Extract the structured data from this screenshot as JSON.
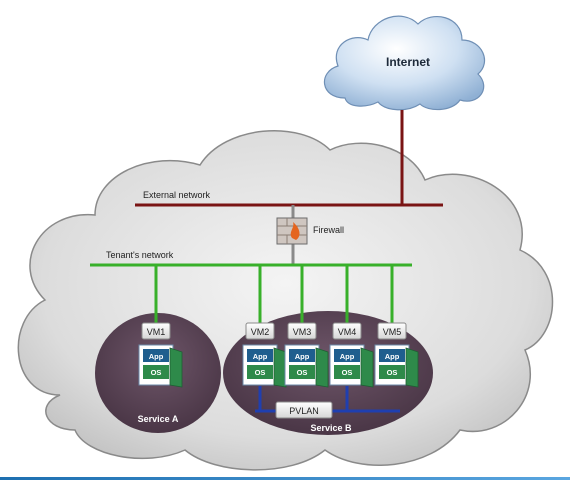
{
  "internet": {
    "label": "Internet"
  },
  "networks": {
    "external": "External network",
    "tenant": "Tenant's network",
    "pvlan": "PVLAN"
  },
  "firewall": {
    "label": "Firewall"
  },
  "vms": [
    "VM1",
    "VM2",
    "VM3",
    "VM4",
    "VM5"
  ],
  "vm_icon": {
    "app": "App",
    "os": "OS"
  },
  "services": {
    "a": "Service A",
    "b": "Service B"
  },
  "colors": {
    "external_net": "#7a1414",
    "tenant_net": "#38b02a",
    "pvlan": "#1f3fb0",
    "service_area": "#5d4758",
    "cloud_fill": "#e2e2e2",
    "internet_cloud": "#bcd4ec",
    "vm_icon_green": "#2e8a4a"
  }
}
